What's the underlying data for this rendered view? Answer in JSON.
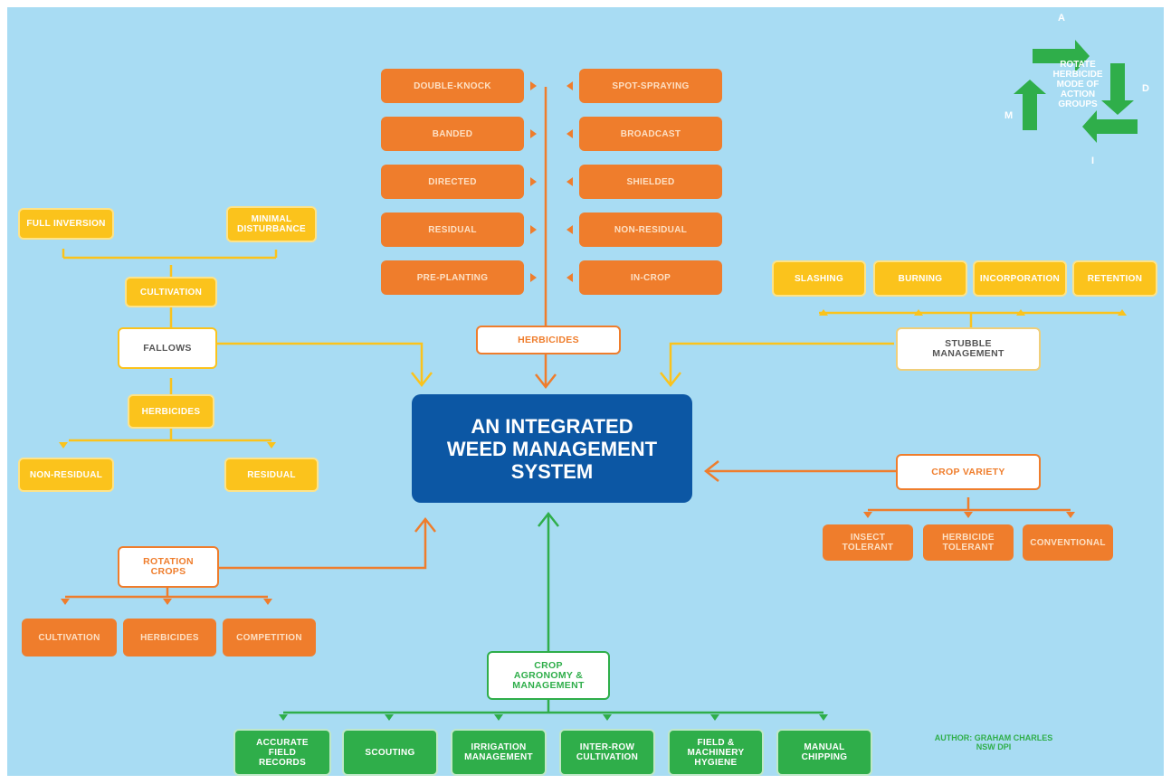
{
  "central": "AN INTEGRATED\nWEED MANAGEMENT\nSYSTEM",
  "herbicides": {
    "label": "HERBICIDES",
    "left": [
      "DOUBLE-KNOCK",
      "BANDED",
      "DIRECTED",
      "RESIDUAL",
      "PRE-PLANTING"
    ],
    "right": [
      "SPOT-SPRAYING",
      "BROADCAST",
      "SHIELDED",
      "NON-RESIDUAL",
      "IN-CROP"
    ]
  },
  "fallows": {
    "label": "FALLOWS",
    "cultivation": "CULTIVATION",
    "cultivation_types": [
      "FULL INVERSION",
      "MINIMAL\nDISTURBANCE"
    ],
    "herbicides": "HERBICIDES",
    "herbicide_types": [
      "NON-RESIDUAL",
      "RESIDUAL"
    ]
  },
  "stubble": {
    "label": "STUBBLE\nMANAGEMENT",
    "items": [
      "SLASHING",
      "BURNING",
      "INCORPORATION",
      "RETENTION"
    ]
  },
  "crop_variety": {
    "label": "CROP VARIETY",
    "items": [
      "INSECT\nTOLERANT",
      "HERBICIDE\nTOLERANT",
      "CONVENTIONAL"
    ]
  },
  "rotation": {
    "label": "ROTATION\nCROPS",
    "items": [
      "CULTIVATION",
      "HERBICIDES",
      "COMPETITION"
    ]
  },
  "agronomy": {
    "label": "CROP\nAGRONOMY &\nMANAGEMENT",
    "items": [
      "ACCURATE\nFIELD\nRECORDS",
      "SCOUTING",
      "IRRIGATION\nMANAGEMENT",
      "INTER-ROW\nCULTIVATION",
      "FIELD &\nMACHINERY\nHYGIENE",
      "MANUAL\nCHIPPING"
    ]
  },
  "rotate_cycle": {
    "text": "ROTATE\nHERBICIDE\nMODE OF\nACTION\nGROUPS",
    "letters": [
      "A",
      "D",
      "I",
      "M"
    ]
  },
  "author": "AUTHOR: GRAHAM CHARLES\nNSW DPI",
  "colors": {
    "background": "#a8dcf3",
    "orange": "#ef7d2c",
    "yellow": "#fbc31c",
    "green": "#2fae4a",
    "central": "#0c57a4"
  }
}
